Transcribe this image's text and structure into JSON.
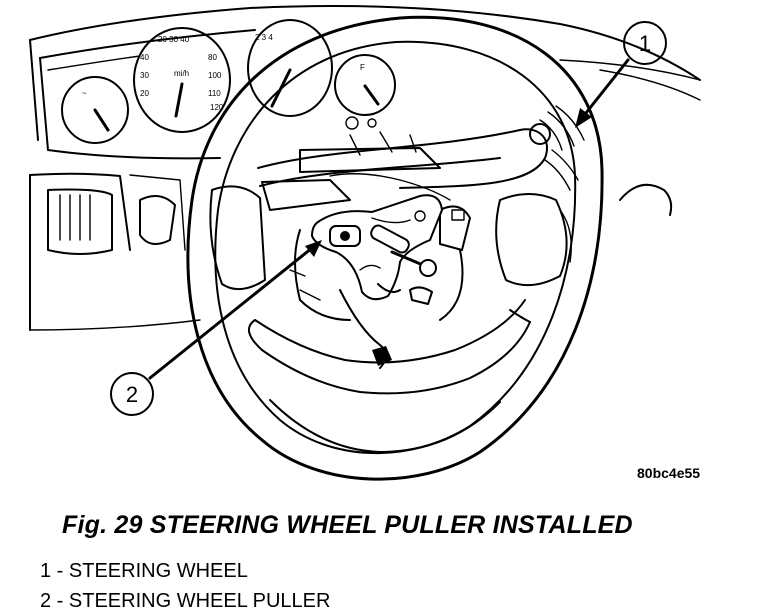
{
  "figure": {
    "caption": "Fig. 29 STEERING WHEEL PULLER INSTALLED",
    "image_code": "80bc4e55",
    "callouts": [
      {
        "number": "1",
        "label": "STEERING WHEEL"
      },
      {
        "number": "2",
        "label": "STEERING WHEEL PULLER"
      }
    ],
    "legend": [
      "1 - STEERING WHEEL",
      "2 - STEERING WHEEL PULLER"
    ]
  }
}
